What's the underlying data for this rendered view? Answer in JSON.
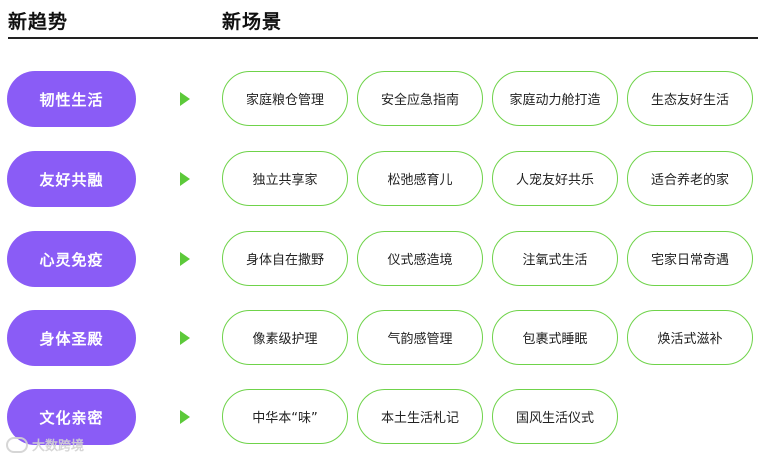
{
  "header": {
    "trend_title": "新趋势",
    "scene_title": "新场景"
  },
  "colors": {
    "trend_fill": "#8a5cf6",
    "scene_border": "#6fd34a",
    "arrow": "#5cc93a"
  },
  "rows": [
    {
      "trend": "韧性生活",
      "scenes": [
        "家庭粮仓管理",
        "安全应急指南",
        "家庭动力舱打造",
        "生态友好生活"
      ]
    },
    {
      "trend": "友好共融",
      "scenes": [
        "独立共享家",
        "松弛感育儿",
        "人宠友好共乐",
        "适合养老的家"
      ]
    },
    {
      "trend": "心灵免疫",
      "scenes": [
        "身体自在撒野",
        "仪式感造境",
        "注氧式生活",
        "宅家日常奇遇"
      ]
    },
    {
      "trend": "身体圣殿",
      "scenes": [
        "像素级护理",
        "气韵感管理",
        "包裹式睡眠",
        "焕活式滋补"
      ]
    },
    {
      "trend": "文化亲密",
      "scenes": [
        "中华本“味”",
        "本土生活札记",
        "国风生活仪式"
      ]
    }
  ],
  "watermark": {
    "icon": "logo-icon",
    "text": "大数跨境"
  }
}
